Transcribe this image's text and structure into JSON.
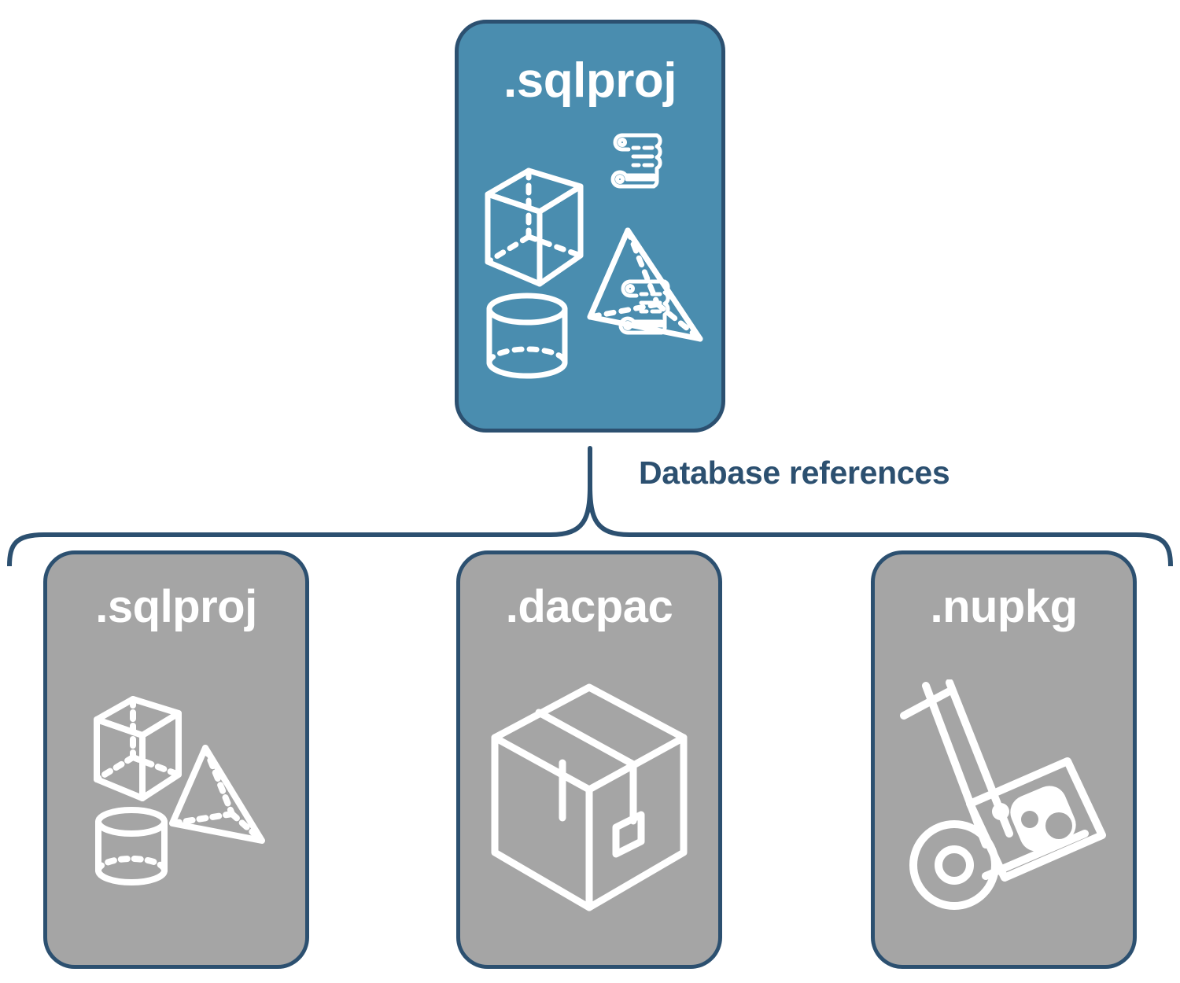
{
  "diagram": {
    "title": "Database references",
    "colors": {
      "primary_fill": "#4a8daf",
      "secondary_fill": "#a5a5a5",
      "stroke": "#2c5070",
      "icon": "#ffffff",
      "background": "#ffffff"
    }
  },
  "edge": {
    "label": "Database references",
    "style": "brace"
  },
  "nodes": {
    "root": {
      "label": ".sqlproj",
      "kind": "primary",
      "icons": [
        "wireframe-cube-icon",
        "wireframe-pyramid-icon",
        "wireframe-cylinder-icon",
        "script-scroll-icon",
        "script-scroll-icon"
      ]
    },
    "children": [
      {
        "label": ".sqlproj",
        "kind": "secondary",
        "icons": [
          "wireframe-cube-icon",
          "wireframe-pyramid-icon",
          "wireframe-cylinder-icon"
        ]
      },
      {
        "label": ".dacpac",
        "kind": "secondary",
        "icons": [
          "shipping-box-icon"
        ]
      },
      {
        "label": ".nupkg",
        "kind": "secondary",
        "icons": [
          "hand-truck-package-icon"
        ]
      }
    ]
  }
}
